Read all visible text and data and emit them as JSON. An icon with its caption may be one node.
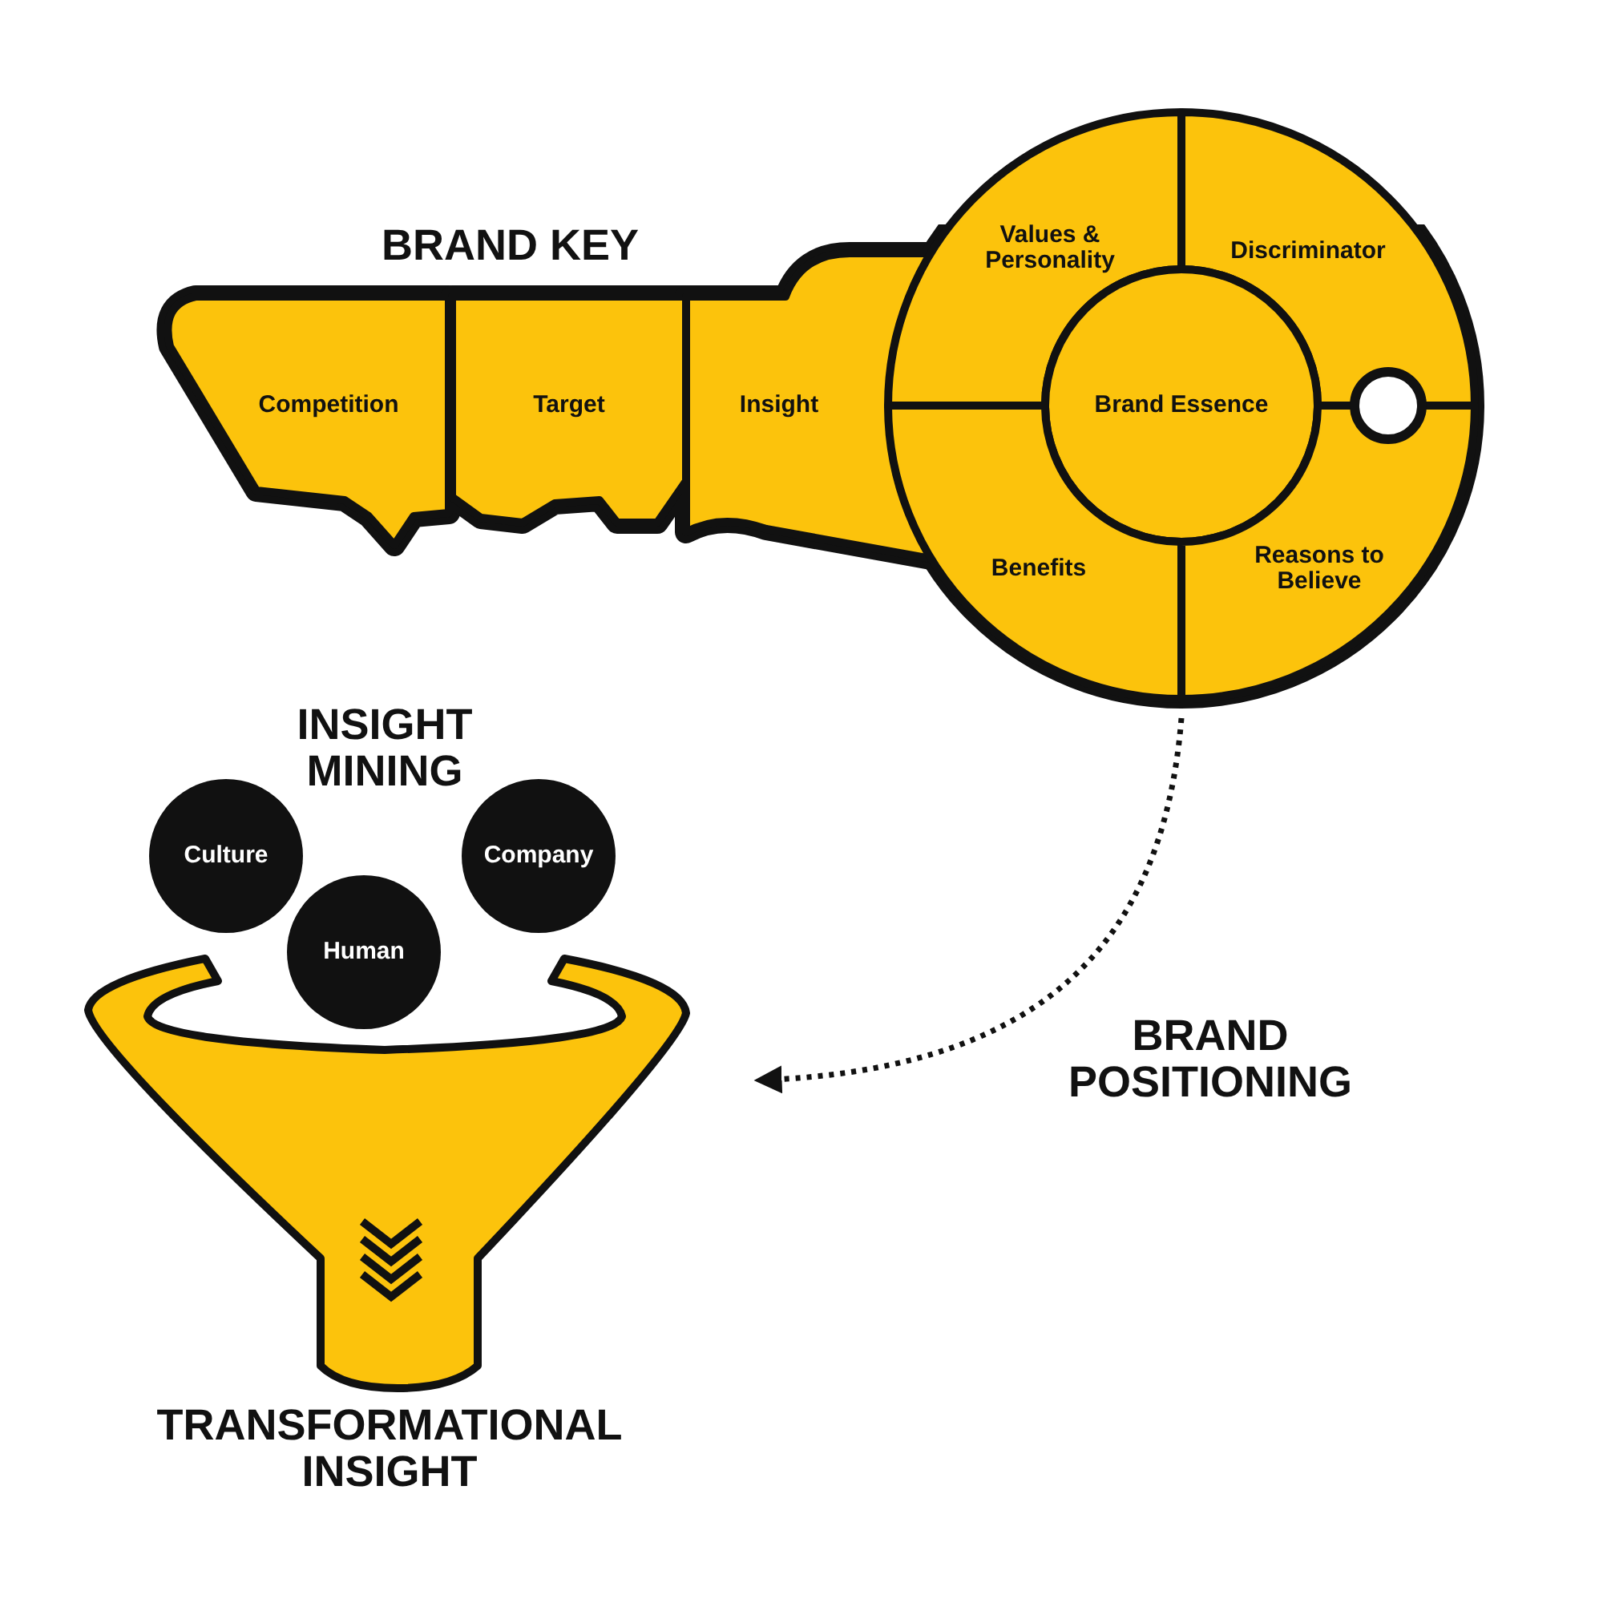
{
  "diagram": {
    "nodes": [
      {
        "text": [
          "BRAND KEY"
        ]
      },
      {
        "text": [
          "Competition"
        ],
        "in": 0
      },
      {
        "text": [
          "Target"
        ],
        "in": 0
      },
      {
        "text": [
          "Insight"
        ],
        "in": 0
      },
      {
        "text": [
          "Values & Personality"
        ],
        "in": 0
      },
      {
        "text": [
          "Discriminator"
        ],
        "in": 0
      },
      {
        "text": [
          "Brand Essence"
        ],
        "in": 0
      },
      {
        "text": [
          "Benefits"
        ],
        "in": 0
      },
      {
        "text": [
          "Reasons to Believe"
        ],
        "in": 0
      },
      {
        "text": [
          "TRANSFORMATIONAL INSIGHT"
        ]
      },
      {
        "text": [
          "Culture"
        ]
      },
      {
        "text": [
          "Human"
        ]
      },
      {
        "text": [
          "Company"
        ]
      }
    ],
    "edges": [
      {
        "from": 0,
        "to": 9,
        "arrow": "to",
        "style": "dashed",
        "label": "BRAND POSITIONING"
      }
    ],
    "labels": [
      "INSIGHT MINING"
    ]
  }
}
